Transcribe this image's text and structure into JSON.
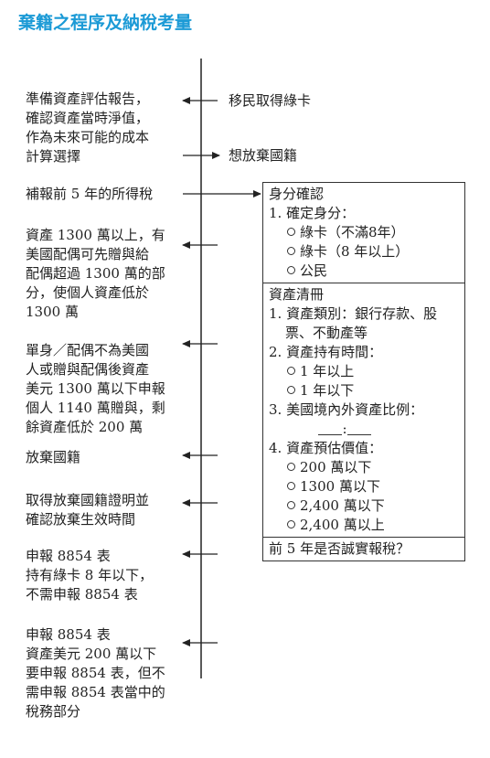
{
  "title": "棄籍之程序及納稅考量",
  "right_labels": {
    "green_card": "移民取得綠卡",
    "consider": "想放棄國籍"
  },
  "left_steps": [
    {
      "lines": [
        "準備資產評估報告，",
        "確認資產當時淨值，",
        "作為未來可能的成本",
        "計算選擇"
      ]
    },
    {
      "lines": [
        "補報前 5 年的所得稅"
      ]
    },
    {
      "lines": [
        "資產 1300 萬以上，有",
        "美國配偶可先贈與給",
        "配偶超過 1300 萬的部",
        "分，使個人資產低於",
        "1300 萬"
      ]
    },
    {
      "lines": [
        "單身／配偶不為美國",
        "人或贈與配偶後資產",
        "美元 1300 萬以下申報",
        "個人 1140 萬贈與，剩",
        "餘資產低於 200 萬"
      ]
    },
    {
      "lines": [
        "放棄國籍"
      ]
    },
    {
      "lines": [
        "取得放棄國籍證明並",
        "確認放棄生效時間"
      ]
    },
    {
      "lines": [
        "申報 8854 表",
        "持有綠卡 8 年以下，",
        "不需申報 8854 表"
      ]
    },
    {
      "lines": [
        "申報 8854 表",
        "資產美元 200 萬以下",
        "要申報 8854 表，但不",
        "需申報 8854 表當中的",
        "稅務部分"
      ]
    }
  ],
  "checklist": {
    "identity": {
      "heading": "身分確認",
      "q1": "1. 確定身分：",
      "options": [
        "綠卡（不滿8年）",
        "綠卡（8 年以上）",
        "公民"
      ]
    },
    "assets": {
      "heading": "資產清冊",
      "q1_line1": "1. 資產類別：銀行存款、股",
      "q1_line2": "票、不動產等",
      "q2": "2. 資產持有時間：",
      "q2_options": [
        "1 年以上",
        "1 年以下"
      ],
      "q3": "3. 美國境內外資產比例：",
      "q3_sep": ":",
      "q4": "4. 資產預估價值：",
      "q4_options": [
        "200 萬以下",
        "1300 萬以下",
        "2,400 萬以下",
        "2,400 萬以上"
      ]
    },
    "tax": {
      "question": "前 5 年是否誠實報稅？"
    }
  }
}
